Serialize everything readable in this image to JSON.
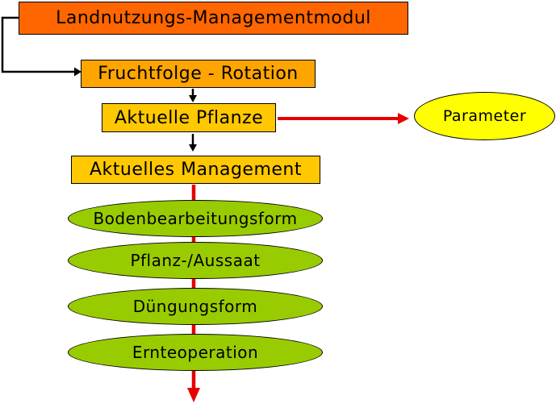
{
  "diagram": {
    "title": "Landnutzungs-Managementmodul",
    "boxes": {
      "module": {
        "label": "Landnutzungs-Managementmodul",
        "color": "#ff6600"
      },
      "rotation": {
        "label": "Fruchtfolge - Rotation",
        "color": "#ffa500"
      },
      "plant": {
        "label": "Aktuelle Pflanze",
        "color": "#ffc800"
      },
      "management": {
        "label": "Aktuelles Management",
        "color": "#ffc800"
      }
    },
    "parameter_ellipse": {
      "label": "Parameter",
      "color": "#ffff00"
    },
    "operations": [
      {
        "label": "Bodenbearbeitungsform"
      },
      {
        "label": "Pflanz-/Aussaat"
      },
      {
        "label": "Düngungsform"
      },
      {
        "label": "Ernteoperation"
      }
    ],
    "colors": {
      "operation_fill": "#99cc00",
      "connector_black": "#000000",
      "connector_red": "#e60000",
      "outline": "#000000",
      "text": "#000000",
      "background": "#ffffff"
    }
  }
}
